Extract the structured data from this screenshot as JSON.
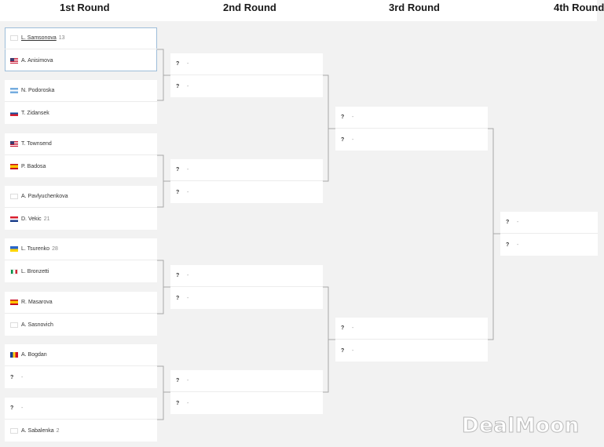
{
  "rounds": {
    "r1": "1st Round",
    "r2": "2nd Round",
    "r3": "3rd Round",
    "r4": "4th Round"
  },
  "placeholder": {
    "mark": "?",
    "dash": "-"
  },
  "first_round": [
    {
      "p1": {
        "name": "L. Samsonova",
        "seed": "13",
        "flag": "blank"
      },
      "p2": {
        "name": "A. Anisimova",
        "seed": "",
        "flag": "us"
      }
    },
    {
      "p1": {
        "name": "N. Podoroska",
        "seed": "",
        "flag": "ar"
      },
      "p2": {
        "name": "T. Zidansek",
        "seed": "",
        "flag": "si"
      }
    },
    {
      "p1": {
        "name": "T. Townsend",
        "seed": "",
        "flag": "us"
      },
      "p2": {
        "name": "P. Badosa",
        "seed": "",
        "flag": "es"
      }
    },
    {
      "p1": {
        "name": "A. Pavlyuchenkova",
        "seed": "",
        "flag": "blank"
      },
      "p2": {
        "name": "D. Vekic",
        "seed": "21",
        "flag": "hr"
      }
    },
    {
      "p1": {
        "name": "L. Tsurenko",
        "seed": "28",
        "flag": "ua"
      },
      "p2": {
        "name": "L. Bronzetti",
        "seed": "",
        "flag": "it"
      }
    },
    {
      "p1": {
        "name": "R. Masarova",
        "seed": "",
        "flag": "es"
      },
      "p2": {
        "name": "A. Sasnovich",
        "seed": "",
        "flag": "blank"
      }
    },
    {
      "p1": {
        "name": "A. Bogdan",
        "seed": "",
        "flag": "ro"
      },
      "p2": {
        "name": "",
        "seed": "",
        "flag": "unknown"
      }
    },
    {
      "p1": {
        "name": "",
        "seed": "",
        "flag": "unknown"
      },
      "p2": {
        "name": "A. Sabalenka",
        "seed": "2",
        "flag": "blank"
      }
    }
  ],
  "watermark": "DealMoon"
}
